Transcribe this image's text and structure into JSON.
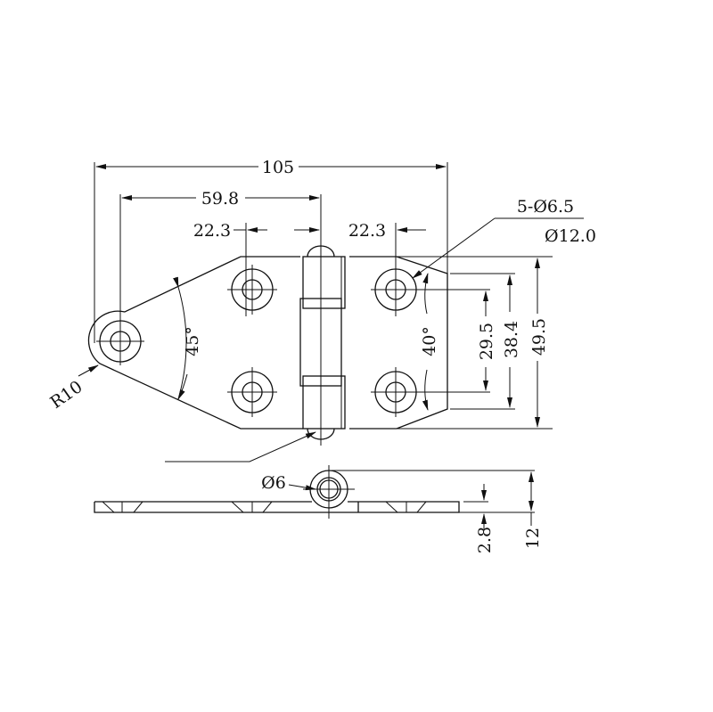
{
  "dimensions": {
    "overall_length": "105",
    "pivot_to_axis": "59.8",
    "hole_offset_left": "22.3",
    "hole_offset_right": "22.3",
    "hole_spacing": "29.5",
    "tip_width": "38.4",
    "overall_width": "49.5",
    "left_angle": "45°",
    "right_angle": "40°",
    "holes_spec": "5-Ø6.5",
    "counterbore": "Ø12.0",
    "radius": "R10",
    "pin_diameter": "Ø6",
    "plate_thickness": "2.8",
    "overall_height": "12"
  },
  "colors": {
    "line": "#111111",
    "background": "#ffffff"
  }
}
